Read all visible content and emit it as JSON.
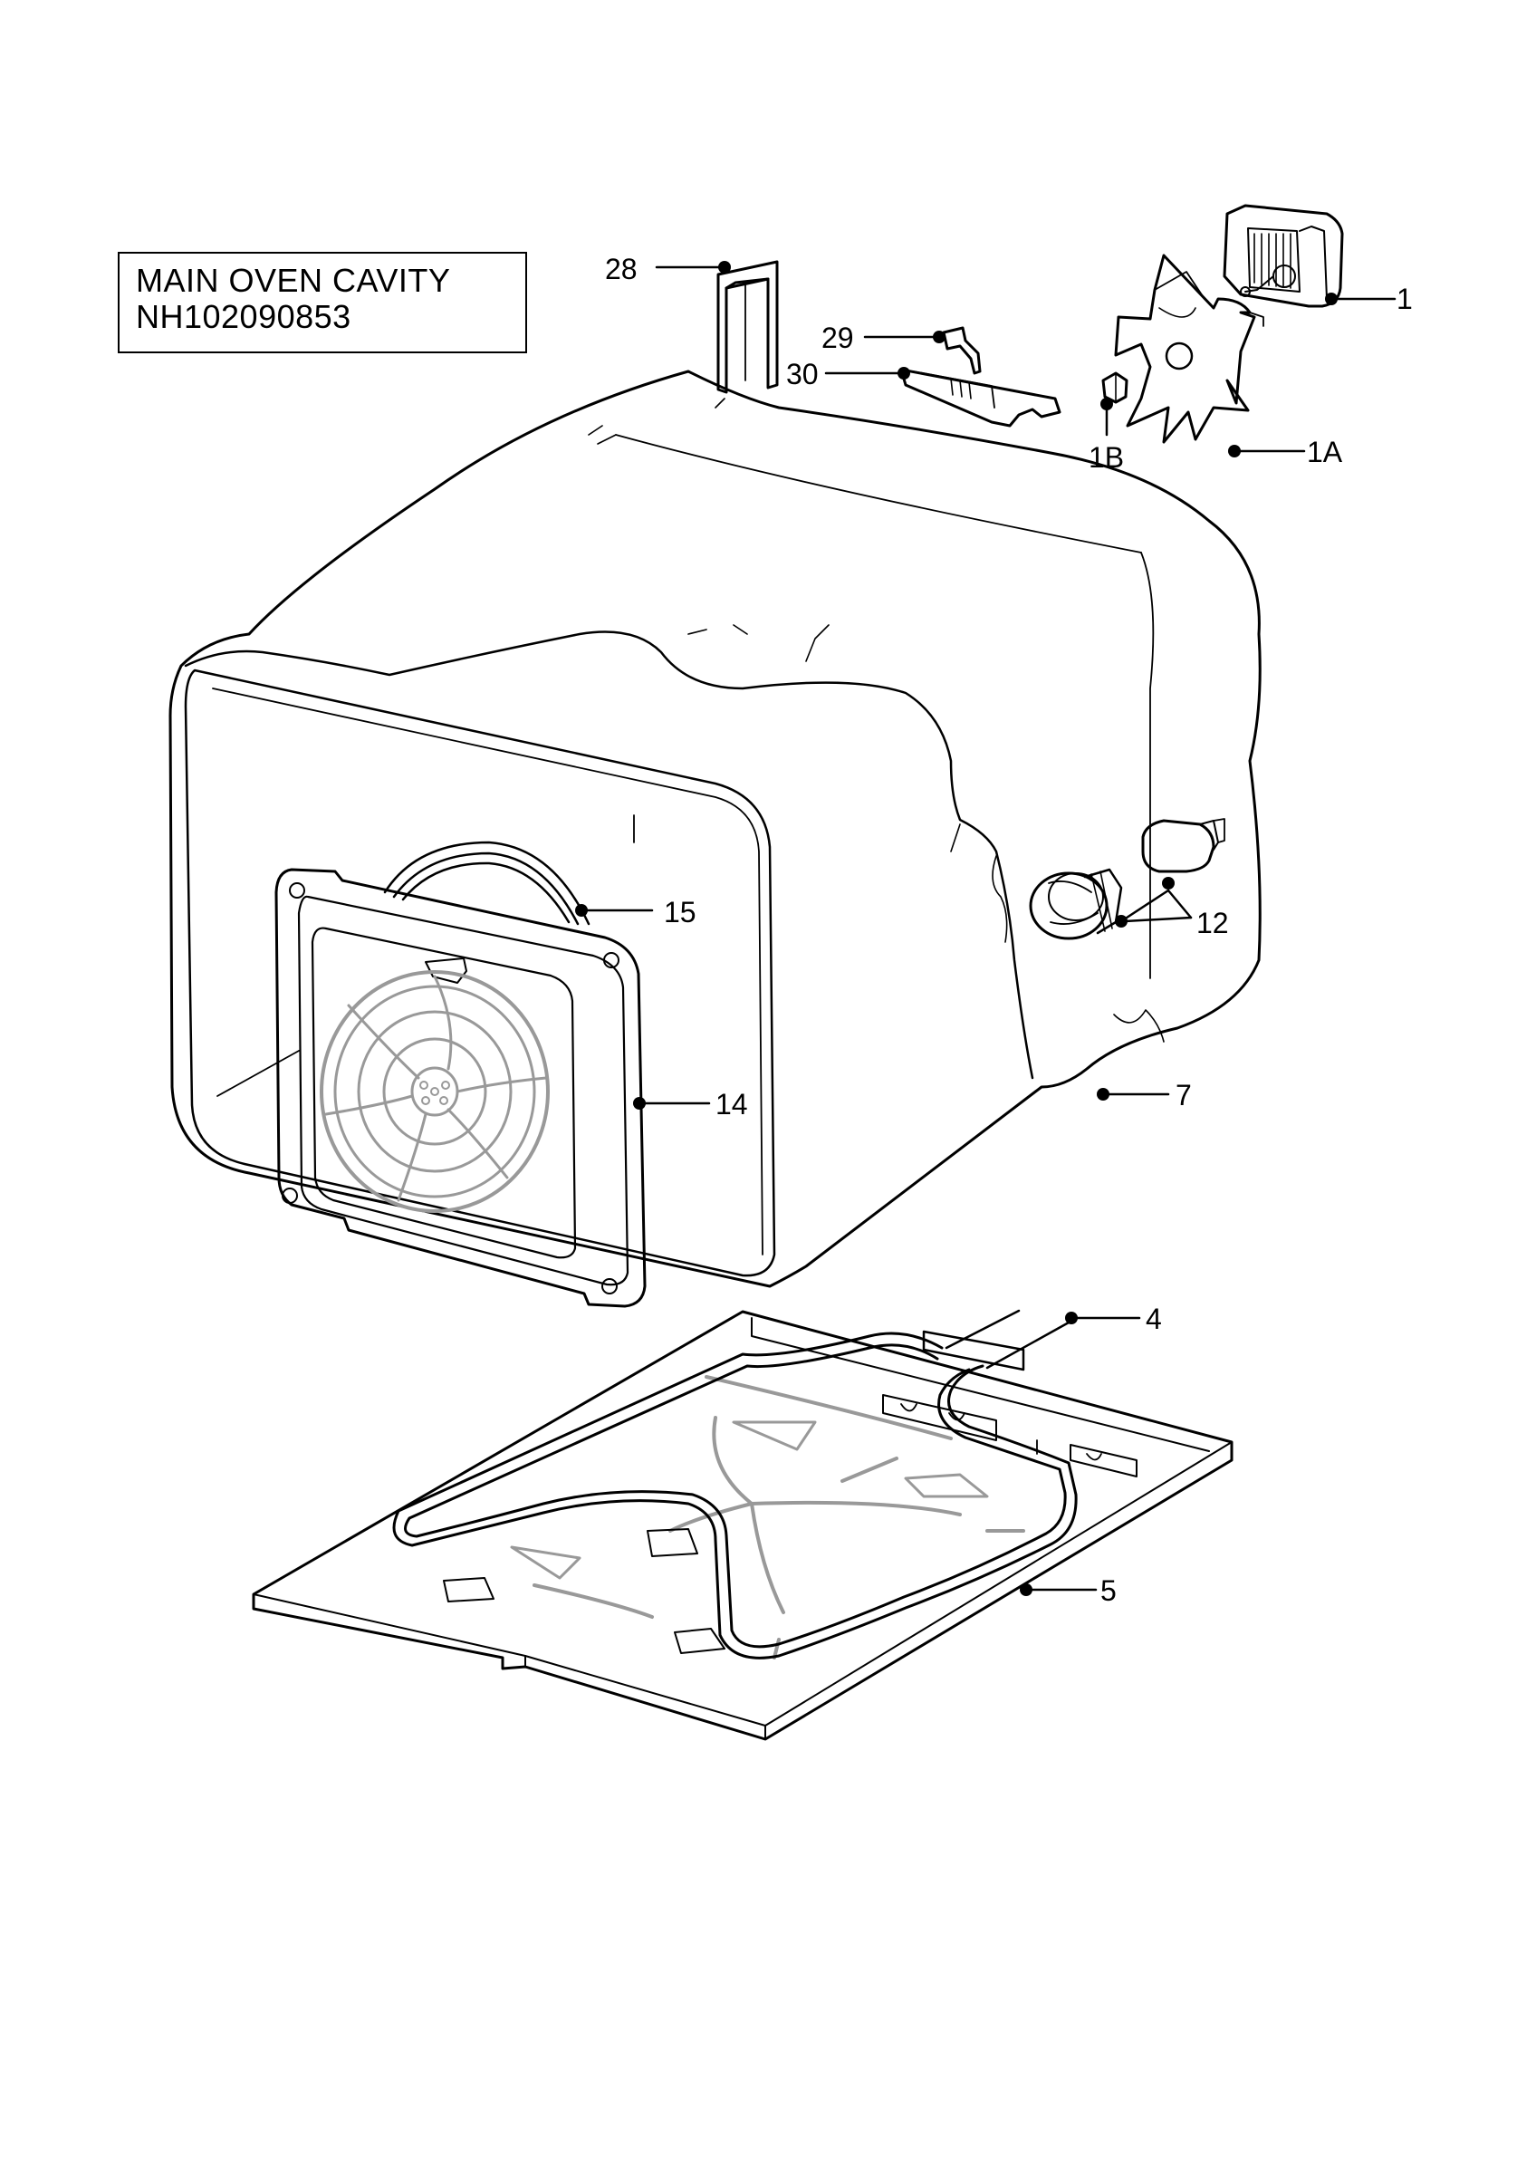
{
  "title": {
    "line1": "MAIN OVEN CAVITY",
    "line2": "NH102090853"
  },
  "callouts": {
    "p1": "1",
    "p1A": "1A",
    "p1B": "1B",
    "p4": "4",
    "p5": "5",
    "p7": "7",
    "p12": "12",
    "p14": "14",
    "p15": "15",
    "p28": "28",
    "p29": "29",
    "p30": "30"
  },
  "colors": {
    "line": "#000000",
    "shade": "#999999",
    "background": "#ffffff"
  }
}
